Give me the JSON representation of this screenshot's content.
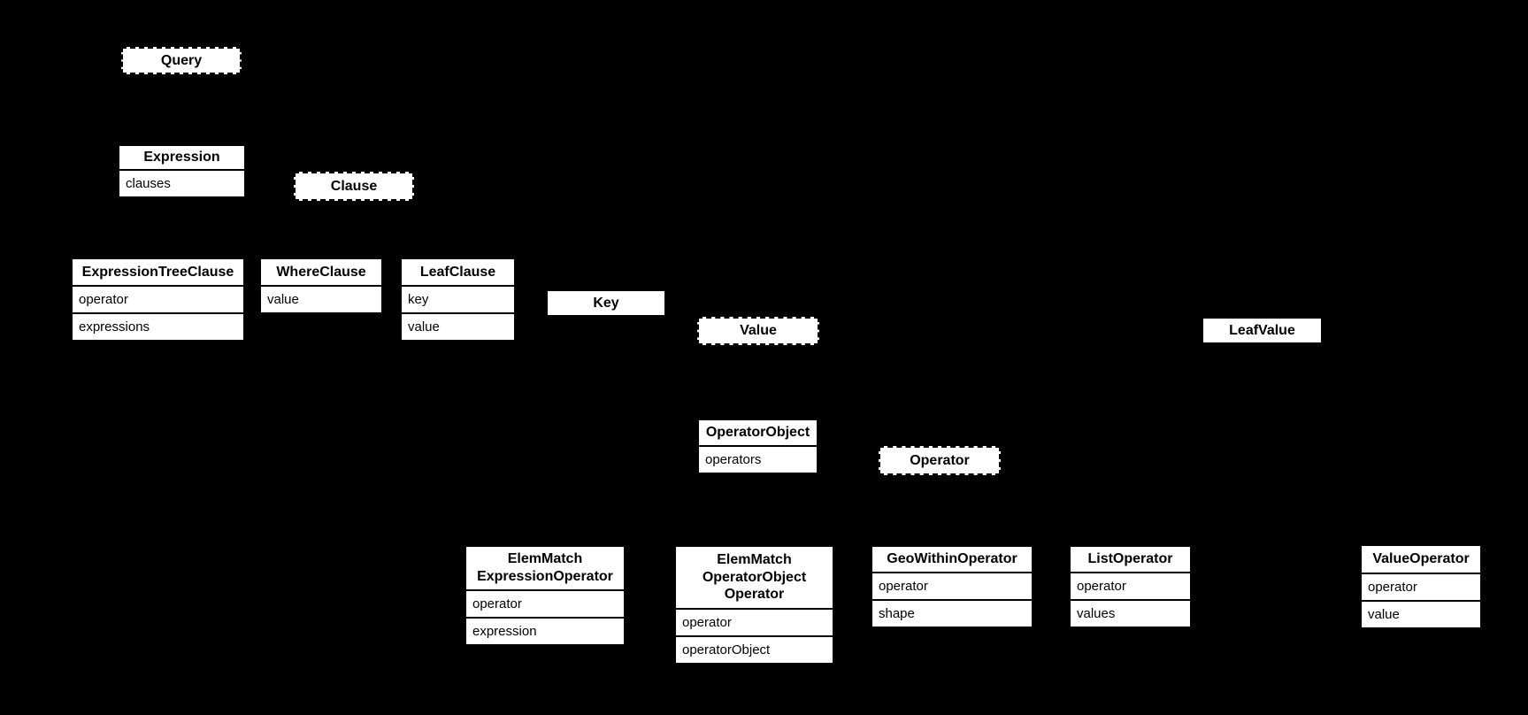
{
  "diagram": {
    "colors": {
      "background": "#000000",
      "box_fill": "#ffffff",
      "box_border": "#000000",
      "text": "#000000"
    },
    "classes": [
      {
        "name": "Query",
        "abstract": true,
        "attributes": []
      },
      {
        "name": "Expression",
        "abstract": false,
        "attributes": [
          "clauses"
        ]
      },
      {
        "name": "Clause",
        "abstract": true,
        "attributes": []
      },
      {
        "name": "ExpressionTreeClause",
        "abstract": false,
        "attributes": [
          "operator",
          "expressions"
        ]
      },
      {
        "name": "WhereClause",
        "abstract": false,
        "attributes": [
          "value"
        ]
      },
      {
        "name": "LeafClause",
        "abstract": false,
        "attributes": [
          "key",
          "value"
        ]
      },
      {
        "name": "Key",
        "abstract": false,
        "attributes": []
      },
      {
        "name": "Value",
        "abstract": true,
        "attributes": []
      },
      {
        "name": "LeafValue",
        "abstract": false,
        "attributes": []
      },
      {
        "name": "OperatorObject",
        "abstract": false,
        "attributes": [
          "operators"
        ]
      },
      {
        "name": "Operator",
        "abstract": true,
        "attributes": []
      },
      {
        "name": "ElemMatch\nExpressionOperator",
        "abstract": false,
        "attributes": [
          "operator",
          "expression"
        ]
      },
      {
        "name": "ElemMatch\nOperatorObject\nOperator",
        "abstract": false,
        "attributes": [
          "operator",
          "operatorObject"
        ]
      },
      {
        "name": "GeoWithinOperator",
        "abstract": false,
        "attributes": [
          "operator",
          "shape"
        ]
      },
      {
        "name": "ListOperator",
        "abstract": false,
        "attributes": [
          "operator",
          "values"
        ]
      },
      {
        "name": "ValueOperator",
        "abstract": false,
        "attributes": [
          "operator",
          "value"
        ]
      }
    ]
  }
}
